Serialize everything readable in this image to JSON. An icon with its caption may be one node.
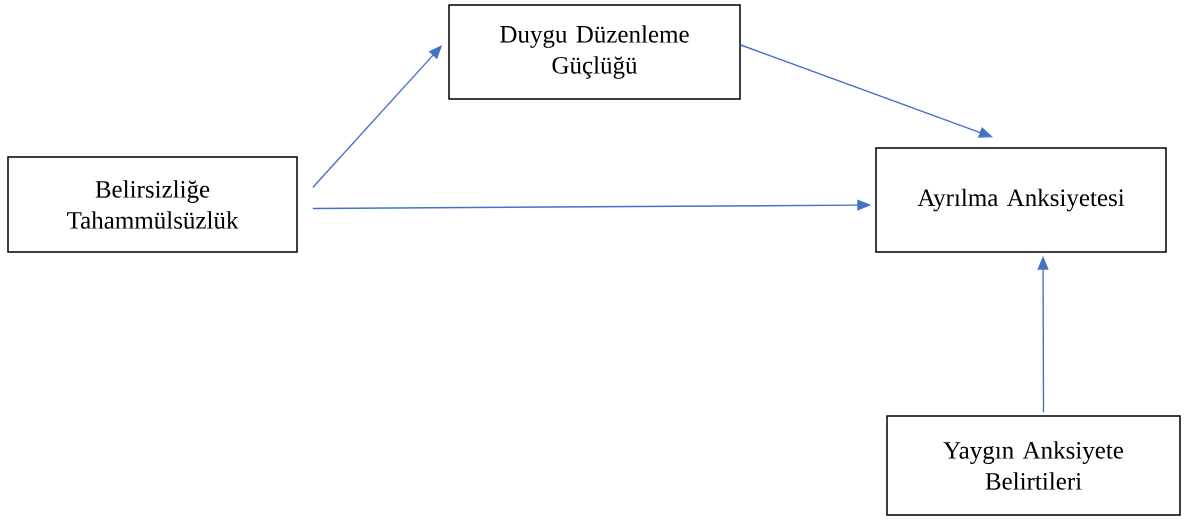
{
  "diagram": {
    "nodes": [
      {
        "text": [
          "Belirsizliğe Tahammülsüzlük"
        ]
      },
      {
        "text": [
          "Duygu Düzenleme Güçlüğü"
        ]
      },
      {
        "text": [
          "Ayrılma Anksiyetesi"
        ]
      },
      {
        "text": [
          "Yaygın Anksiyete Belirtileri"
        ]
      }
    ],
    "edges": [
      {
        "from": 0,
        "to": 1,
        "arrow": "to"
      },
      {
        "from": 1,
        "to": 2,
        "arrow": "to"
      },
      {
        "from": 0,
        "to": 2,
        "arrow": "to"
      },
      {
        "from": 3,
        "to": 2,
        "arrow": "to"
      }
    ]
  }
}
